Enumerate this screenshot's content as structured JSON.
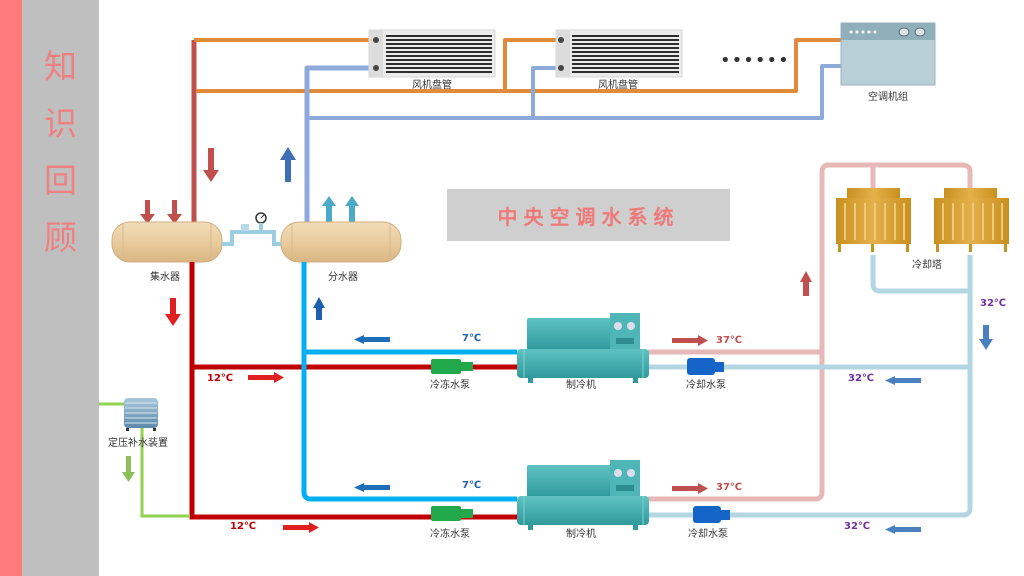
{
  "sidebar": {
    "title_chars": [
      "知",
      "识",
      "回",
      "顾"
    ],
    "accent_color": "#ff7b7b",
    "panel_color": "#bfbfbf"
  },
  "banner": {
    "title": "中央空调水系统"
  },
  "labels": {
    "fan_coil_1": "风机盘管",
    "fan_coil_2": "风机盘管",
    "ellipsis": "••••••",
    "ahu": "空调机组",
    "collector": "集水器",
    "distributor": "分水器",
    "cooling_tower": "冷却塔",
    "makeup_device": "定压补水装置",
    "chilled_pump_1": "冷冻水泵",
    "chiller_1": "制冷机",
    "cooling_pump_1": "冷却水泵",
    "chilled_pump_2": "冷冻水泵",
    "chiller_2": "制冷机",
    "cooling_pump_2": "冷却水泵"
  },
  "temperatures": {
    "chilled_supply_1": "7℃",
    "chilled_return_1": "12℃",
    "cooling_out_1": "37℃",
    "cooling_in_1": "32℃",
    "chilled_supply_2": "7℃",
    "chilled_return_2": "12℃",
    "cooling_out_2": "37℃",
    "cooling_in_2": "32℃",
    "tower_out": "32℃"
  },
  "colors": {
    "return_pipe": "#c0504d",
    "chilled_return": "#c00000",
    "chilled_supply": "#00b0f0",
    "supply_pipe": "#8eaadb",
    "hot_header": "#e08a3c",
    "cooling_hot": "#e6b8b7",
    "cooling_cold": "#b4d6e3",
    "makeup": "#92d050",
    "temp_cold": "#1f5fb0",
    "temp_hot": "#c00000",
    "temp_cooling": "#7030a0"
  }
}
